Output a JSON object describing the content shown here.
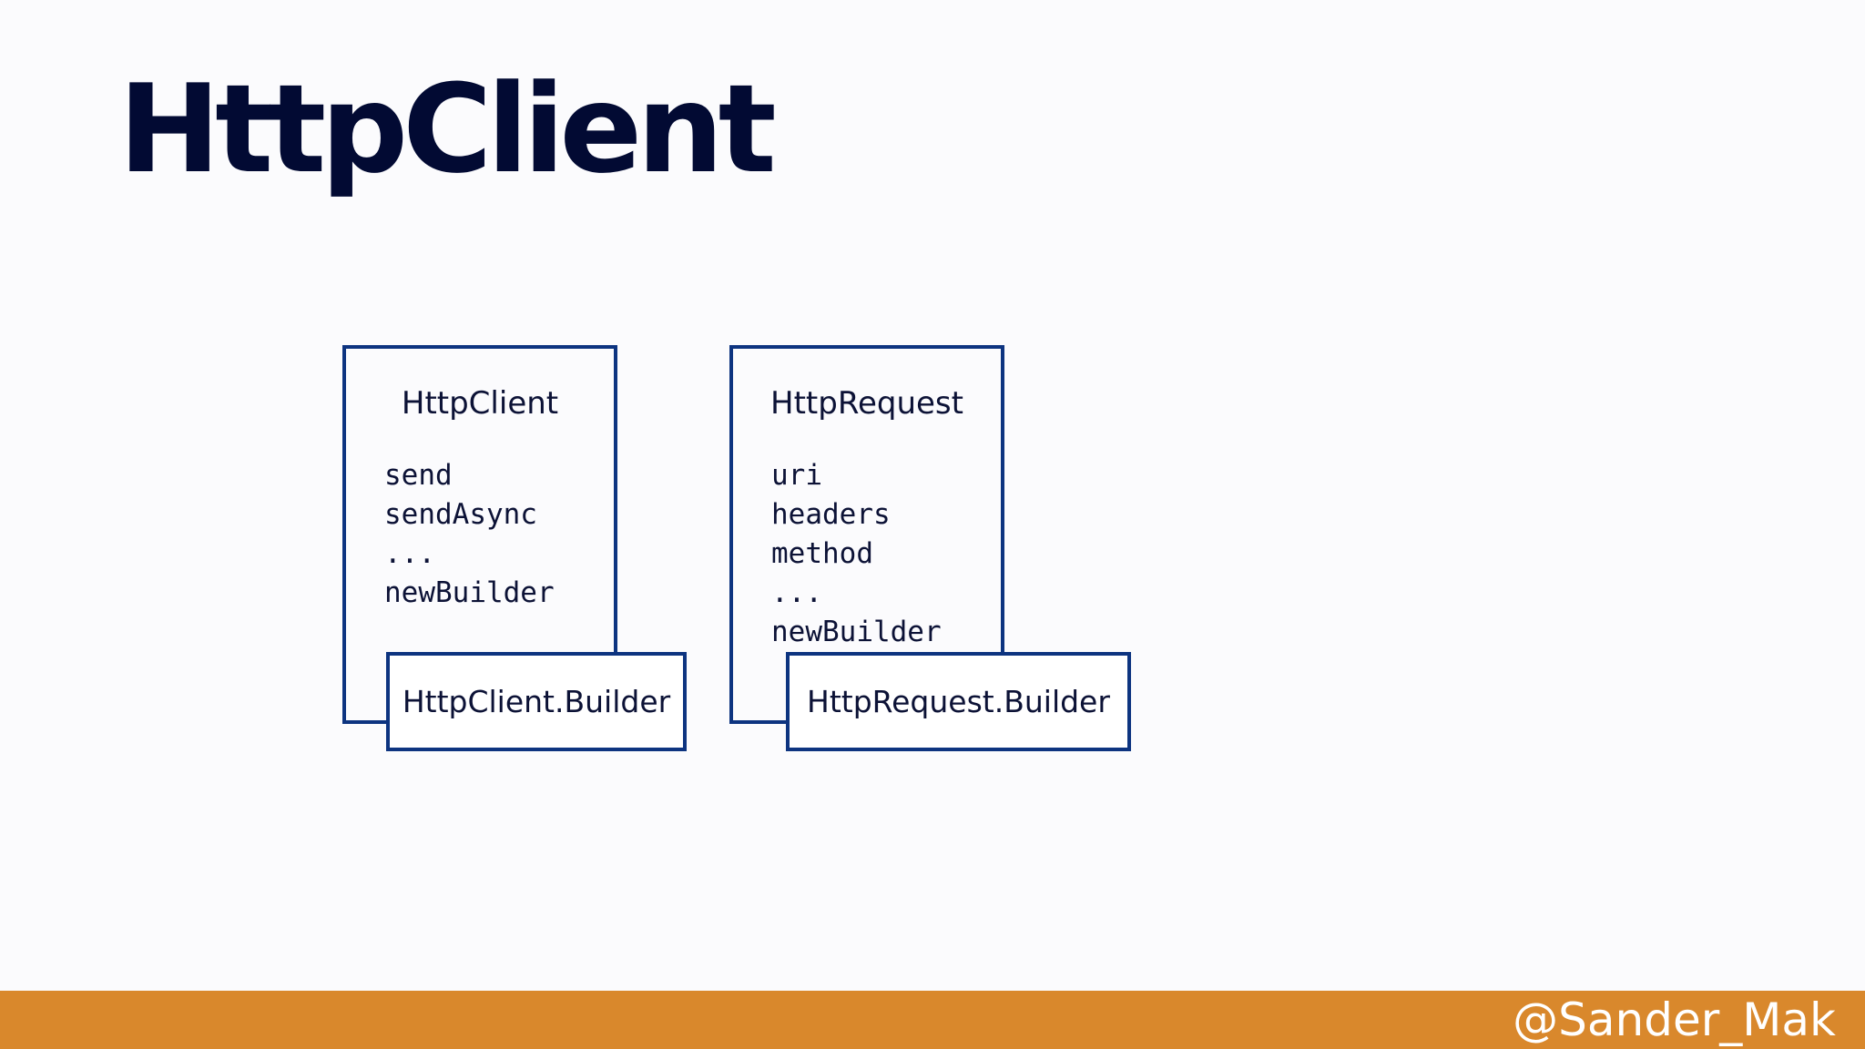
{
  "slide": {
    "title": "HttpClient"
  },
  "diagram": {
    "http_client": {
      "name": "HttpClient",
      "members": [
        "send",
        "sendAsync",
        "...",
        "newBuilder"
      ],
      "builder": "HttpClient.Builder"
    },
    "http_request": {
      "name": "HttpRequest",
      "members": [
        "uri",
        "headers",
        "method",
        "...",
        "newBuilder"
      ],
      "builder": "HttpRequest.Builder"
    }
  },
  "footer": {
    "handle": "@Sander_Mak"
  },
  "colors": {
    "background": "#fbfbfd",
    "title": "#020a33",
    "box_border": "#0d3480",
    "footer_bar": "#d9882c",
    "footer_text": "#ffffff"
  }
}
